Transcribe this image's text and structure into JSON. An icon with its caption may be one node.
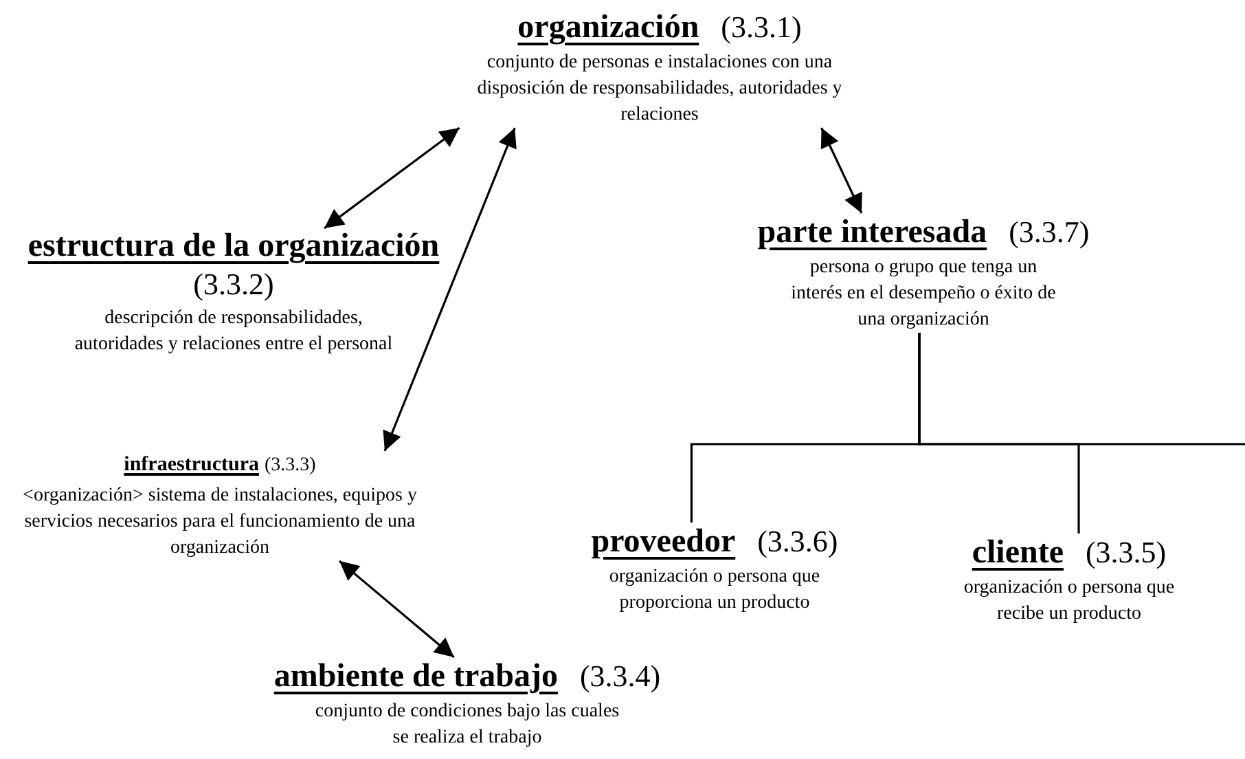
{
  "diagram": {
    "nodes": [
      {
        "text": [
          "organización",
          "(3.3.1)",
          "conjunto de personas e instalaciones con una disposición de responsabilidades, autoridades y relaciones"
        ]
      },
      {
        "text": [
          "estructura de la organización",
          "(3.3.2)",
          "descripción de responsabilidades, autoridades y relaciones entre el personal"
        ]
      },
      {
        "text": [
          "infraestructura",
          "(3.3.3)",
          "<organización> sistema de instalaciones, equipos y servicios necesarios para el funcionamiento de una organización"
        ]
      },
      {
        "text": [
          "parte interesada",
          "(3.3.7)",
          "persona o grupo que tenga un interés en el desempeño o éxito de una organización"
        ]
      },
      {
        "text": [
          "ambiente de trabajo",
          "(3.3.4)",
          "conjunto de condiciones bajo las cuales se realiza el trabajo"
        ]
      },
      {
        "text": [
          "proveedor",
          "(3.3.6)",
          "organización o persona que proporciona un producto"
        ]
      },
      {
        "text": [
          "cliente",
          "(3.3.5)",
          "organización o persona que recibe un producto"
        ]
      }
    ],
    "edges": [
      {
        "from": 0,
        "to": 1,
        "arrow": "both"
      },
      {
        "from": 0,
        "to": 2,
        "arrow": "both"
      },
      {
        "from": 0,
        "to": 3,
        "arrow": "both"
      },
      {
        "from": 2,
        "to": 4,
        "arrow": "both"
      },
      {
        "from": 3,
        "to": 5,
        "arrow": "none"
      },
      {
        "from": 3,
        "to": 6,
        "arrow": "none"
      },
      {
        "from": 3,
        "to": null,
        "arrow": "none"
      }
    ]
  }
}
